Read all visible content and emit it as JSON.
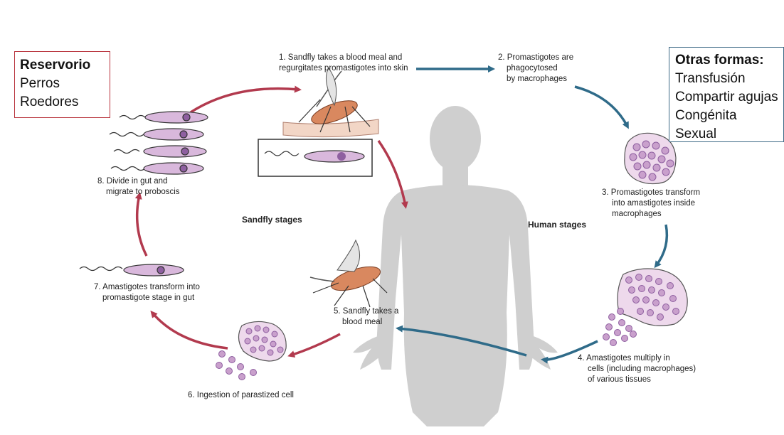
{
  "reservoir": {
    "title": "Reservorio",
    "items": [
      "Perros",
      "Roedores"
    ],
    "border_color": "#b8323b"
  },
  "other_forms": {
    "title": "Otras formas:",
    "items": [
      "Transfusión",
      "Compartir agujas",
      "Congénita",
      "Sexual"
    ],
    "border_color": "#3d6a86"
  },
  "steps": {
    "s1": [
      "1. Sandfly takes a blood meal and",
      "regurgitates promastigotes into skin"
    ],
    "s2": [
      "2. Promastigotes are",
      "phagocytosed",
      "by macrophages"
    ],
    "s3": [
      "3. Promastigotes transform",
      "into amastigotes inside",
      "macrophages"
    ],
    "s4": [
      "4. Amastigotes multiply in",
      "cells (including macrophages)",
      "of various tissues"
    ],
    "s5": [
      "5. Sandfly takes a",
      "blood meal"
    ],
    "s6": [
      "6. Ingestion of parastized cell"
    ],
    "s7": [
      "7. Amastigotes transform into",
      "promastigote stage in gut"
    ],
    "s8": [
      "8. Divide in gut and",
      "migrate to proboscis"
    ]
  },
  "stage_labels": {
    "sandfly": "Sandfly stages",
    "human": "Human stages"
  },
  "colors": {
    "sandfly_arrow": "#b23a4e",
    "human_arrow": "#2f6b89",
    "cell_purple": "#8e5fa0",
    "cell_fill": "#e8d3e8",
    "silhouette": "#cfcfcf"
  }
}
